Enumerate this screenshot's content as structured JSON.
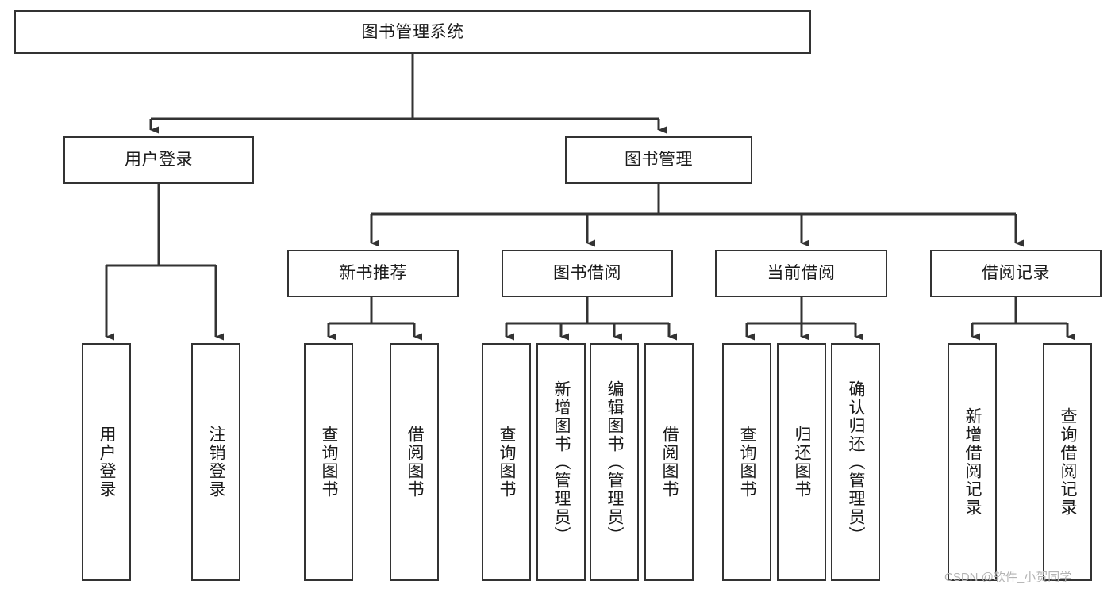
{
  "diagram": {
    "title": "图书管理系统",
    "type": "tree-hierarchy-chart",
    "orientation": "top-down",
    "colors": {
      "background": "#ffffff",
      "node_border": "#333333",
      "node_fill": "#ffffff",
      "connector": "#333333",
      "text": "#1a1a1a",
      "watermark": "#b4b4b4"
    }
  },
  "nodes": {
    "root": {
      "label": "图书管理系统",
      "level": 1
    },
    "level2": [
      {
        "id": "user-login",
        "label": "用户登录"
      },
      {
        "id": "book-manage",
        "label": "图书管理"
      }
    ],
    "level3": [
      {
        "id": "new-book-recommend",
        "label": "新书推荐"
      },
      {
        "id": "book-borrow",
        "label": "图书借阅"
      },
      {
        "id": "current-borrow",
        "label": "当前借阅"
      },
      {
        "id": "borrow-record",
        "label": "借阅记录"
      }
    ],
    "leaves": {
      "user-login": [
        {
          "id": "leaf-user-login",
          "label": "用户登录"
        },
        {
          "id": "leaf-user-logout",
          "label": "注销登录"
        }
      ],
      "new-book-recommend": [
        {
          "id": "leaf-query-book-1",
          "label": "查询图书"
        },
        {
          "id": "leaf-borrow-book-1",
          "label": "借阅图书"
        }
      ],
      "book-borrow": [
        {
          "id": "leaf-query-book-2",
          "label": "查询图书"
        },
        {
          "id": "leaf-add-book",
          "label": "新增图书（管理员）"
        },
        {
          "id": "leaf-edit-book",
          "label": "编辑图书（管理员）"
        },
        {
          "id": "leaf-borrow-book-2",
          "label": "借阅图书"
        }
      ],
      "current-borrow": [
        {
          "id": "leaf-query-book-3",
          "label": "查询图书"
        },
        {
          "id": "leaf-return-book",
          "label": "归还图书"
        },
        {
          "id": "leaf-confirm-return",
          "label": "确认归还（管理员）"
        }
      ],
      "borrow-record": [
        {
          "id": "leaf-add-record",
          "label": "新增借阅记录"
        },
        {
          "id": "leaf-query-record",
          "label": "查询借阅记录"
        }
      ]
    }
  },
  "watermark": {
    "text": "CSDN @软件_小贺同学"
  }
}
